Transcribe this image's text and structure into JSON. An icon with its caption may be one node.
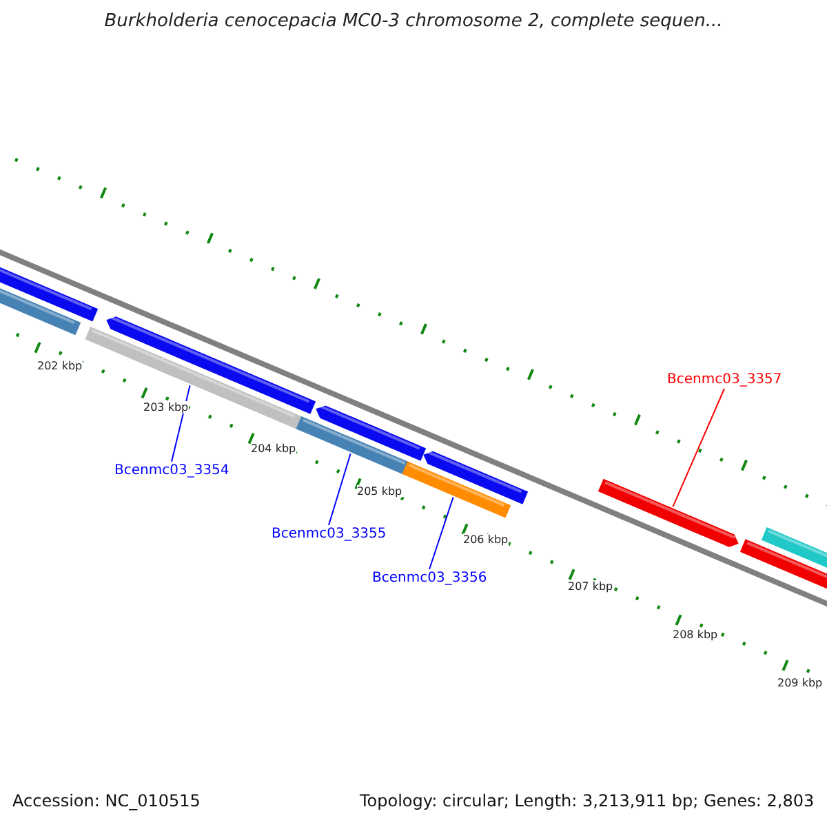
{
  "diagram": {
    "title": "Burkholderia cenocepacia MC0-3 chromosome 2, complete sequen...",
    "nodes": [
      {
        "text": [
          "Bcenmc03_3354"
        ]
      },
      {
        "text": [
          "Bcenmc03_3355"
        ]
      },
      {
        "text": [
          "Bcenmc03_3356"
        ]
      },
      {
        "text": [
          "Bcenmc03_3357"
        ]
      },
      {
        "text": [],
        "shape": "bar"
      },
      {
        "text": [],
        "shape": "bar"
      },
      {
        "text": [],
        "shape": "bar"
      },
      {
        "text": [],
        "shape": "bar"
      },
      {
        "text": [],
        "shape": "bar"
      },
      {
        "text": [],
        "shape": "bar"
      },
      {
        "text": [],
        "shape": "bar"
      },
      {
        "text": [],
        "shape": "bar"
      },
      {
        "text": [],
        "shape": "bar"
      },
      {
        "text": [],
        "shape": "bar"
      },
      {
        "text": [],
        "shape": "bar"
      }
    ],
    "edges": [
      {
        "from": 0,
        "to": 7,
        "arrow": "none"
      },
      {
        "from": 1,
        "to": 8,
        "arrow": "none"
      },
      {
        "from": 2,
        "to": 10,
        "arrow": "none"
      },
      {
        "from": 3,
        "to": 12,
        "arrow": "none",
        "color": "#ff0000"
      }
    ],
    "labels": [
      "202 kbp",
      "203 kbp",
      "204 kbp",
      "205 kbp",
      "206 kbp",
      "207 kbp",
      "208 kbp",
      "209 kbp",
      "Accession: NC_010515",
      "Topology: circular; Length: 3,213,911 bp; Genes: 2,803"
    ]
  }
}
